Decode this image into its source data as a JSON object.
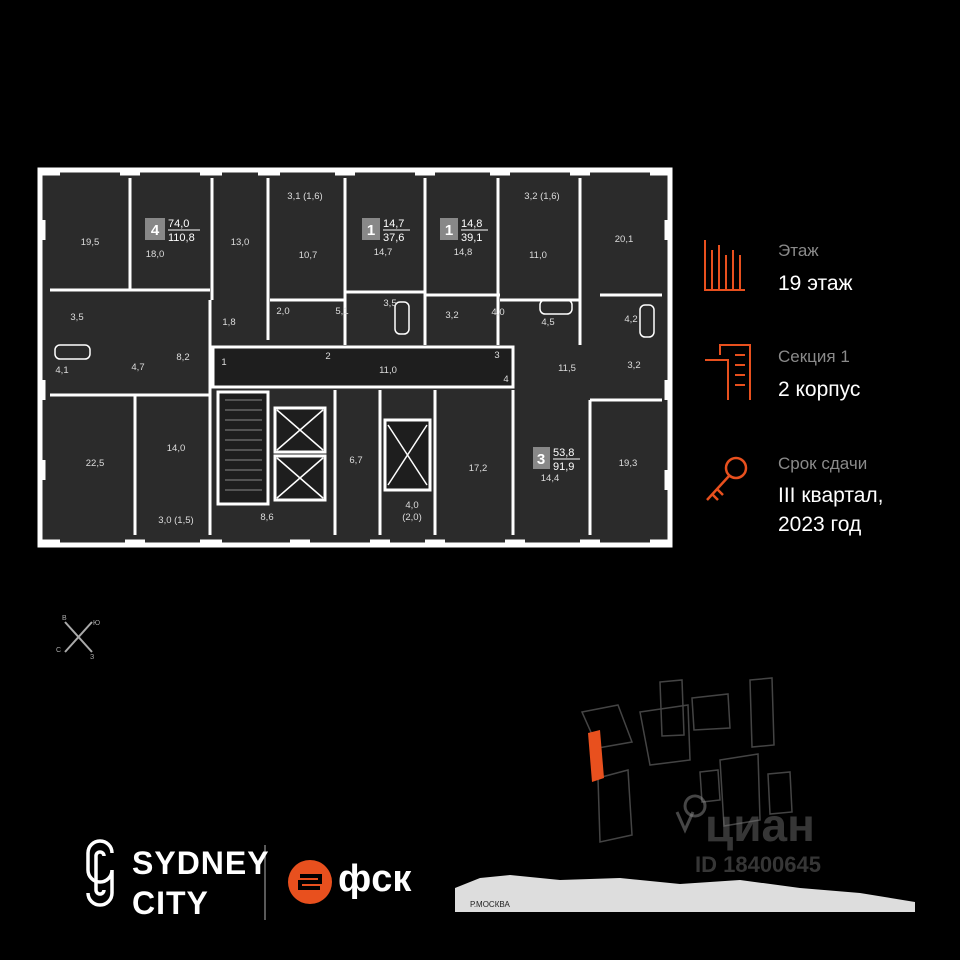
{
  "rooms": [
    "19,5",
    "18,0",
    "13,0",
    "10,7",
    "14,7",
    "14,8",
    "11,0",
    "20,1",
    "3,5",
    "4,1",
    "4,7",
    "8,2",
    "1,8",
    "2,0",
    "5,1",
    "3,5",
    "3,2",
    "4,0",
    "4,5",
    "4,2",
    "3,2",
    "1",
    "2",
    "11,0",
    "3",
    "4",
    "11,5",
    "22,5",
    "14,0",
    "3,0 (1,5)",
    "8,6",
    "6,7",
    "4,0",
    "(2,0)",
    "17,2",
    "14,4",
    "19,3",
    "3,1 (1,6)",
    "3,2 (1,6)"
  ],
  "badges": [
    {
      "n": "4",
      "a1": "74,0",
      "a2": "110,8"
    },
    {
      "n": "1",
      "a1": "14,7",
      "a2": "37,6"
    },
    {
      "n": "1",
      "a1": "14,8",
      "a2": "39,1"
    },
    {
      "n": "3",
      "a1": "53,8",
      "a2": "91,9"
    }
  ],
  "compass": {
    "n": "В",
    "e": "Ю",
    "s": "З",
    "w": "С"
  },
  "info": {
    "floor_label": "Этаж",
    "floor_value": "19 этаж",
    "section_label": "Секция 1",
    "section_value": "2 корпус",
    "deadline_label": "Срок сдачи",
    "deadline_line1": "III квартал,",
    "deadline_line2": "2023 год"
  },
  "logos": {
    "sydney_line1": "SYDNEY",
    "sydney_line2": "CITY",
    "fsk": "фск"
  },
  "map": {
    "river": "Р.МОСКВА"
  },
  "watermark": {
    "brand": "циан",
    "id": "ID 18400645"
  },
  "colors": {
    "accent": "#e8501e",
    "plan_bg": "#2b2b2b",
    "wall": "#ffffff"
  }
}
